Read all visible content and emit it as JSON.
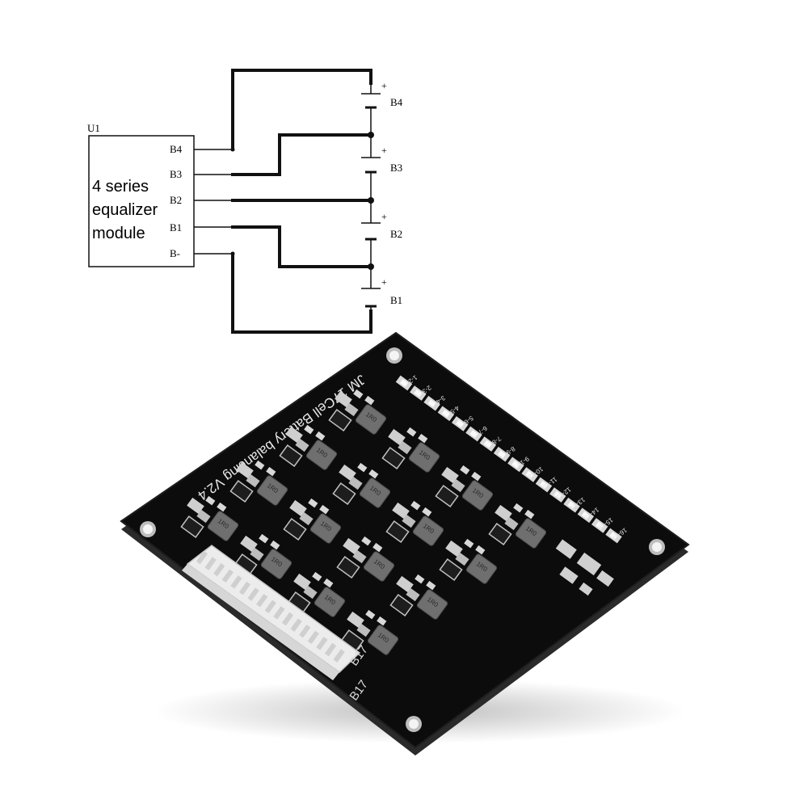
{
  "schematic": {
    "module_ref": "U1",
    "module_text": [
      "4 series",
      "equalizer",
      "module"
    ],
    "pins": [
      "B4",
      "B3",
      "B2",
      "B1",
      "B-"
    ],
    "plus_sign": "+",
    "cells": [
      "B4",
      "B3",
      "B2",
      "B1"
    ]
  },
  "board": {
    "silkscreen_title": "JM 17Cell Battery balancing V2.4",
    "led_labels": [
      "1-2",
      "2-3",
      "3-4",
      "4-5",
      "5-6",
      "6-7",
      "7-8",
      "8-9",
      "9-10",
      "10-11",
      "11-12",
      "12-13",
      "13-14",
      "14-15",
      "15-16",
      "16-17"
    ],
    "inductor_marking": "1R0",
    "connector_labels": [
      "B17",
      "B17"
    ]
  },
  "colors": {
    "wire": "#111111",
    "board": "#0c0c0c",
    "board_edge": "#2a2a2a",
    "inductor": "#6f6f6f",
    "pad": "#c9c9c9",
    "connector": "#ececec"
  }
}
